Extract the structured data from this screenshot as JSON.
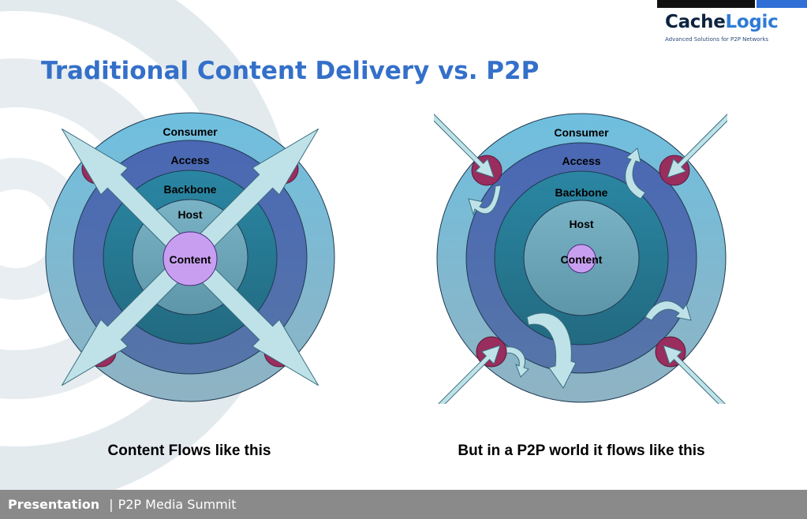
{
  "header": {
    "logo_part1": "Cache",
    "logo_part2": "Logic",
    "tagline": "Advanced Solutions for P2P Networks"
  },
  "slide": {
    "title": "Traditional Content Delivery vs. P2P"
  },
  "diagram_left": {
    "rings": [
      "Consumer",
      "Access",
      "Backbone",
      "Host"
    ],
    "center": "Content",
    "caption": "Content Flows like this"
  },
  "diagram_right": {
    "rings": [
      "Consumer",
      "Access",
      "Backbone",
      "Host"
    ],
    "center": "Content",
    "caption": "But in a P2P world it flows like this"
  },
  "footer": {
    "label": "Presentation",
    "separator": "|",
    "event": "P2P Media Summit"
  },
  "colors": {
    "title": "#3470c9",
    "ring_consumer": "#7ab9d6",
    "ring_access": "#4e6fb4",
    "ring_backbone": "#287c96",
    "ring_host": "#6ea5b7",
    "center": "#c89ff0",
    "node": "#992d5e",
    "arrow": "#bfe2e8",
    "footer": "#8a8a8a"
  }
}
